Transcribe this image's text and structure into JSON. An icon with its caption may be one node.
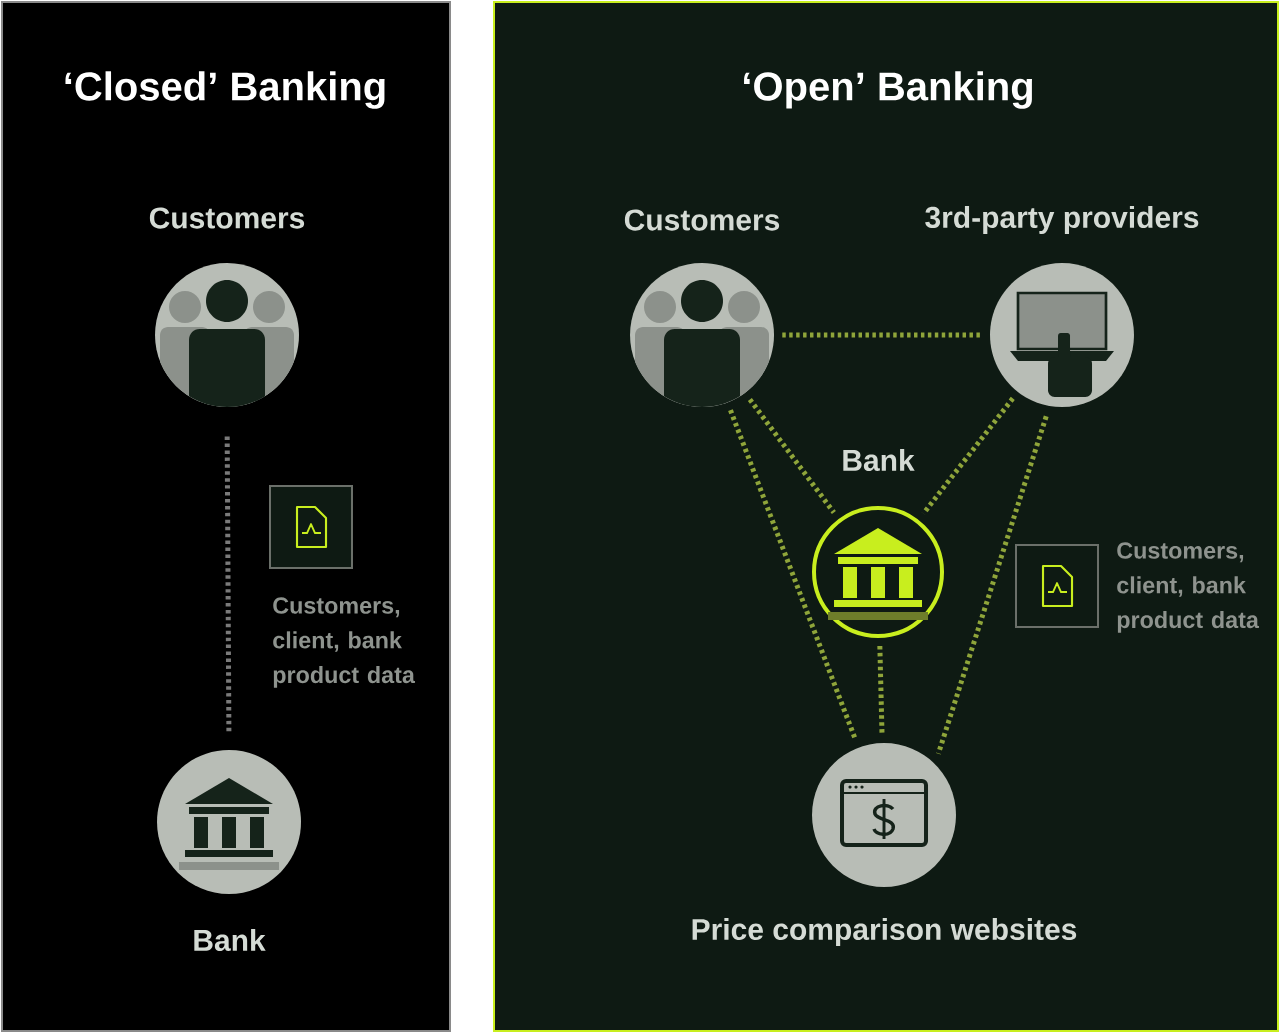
{
  "diagram": {
    "nodes": [
      {
        "text": [
          "‘Closed’ Banking"
        ]
      },
      {
        "text": [
          "Customers"
        ],
        "in": 0
      },
      {
        "text": [],
        "shape": "box",
        "in": 0,
        "beside": [
          "Customers, client, bank product data"
        ]
      },
      {
        "text": [
          "Bank"
        ],
        "in": 0
      },
      {
        "text": [
          "‘Open’ Banking"
        ]
      },
      {
        "text": [
          "Customers"
        ],
        "in": 4
      },
      {
        "text": [
          "3rd-party providers"
        ],
        "in": 4
      },
      {
        "text": [
          "Bank"
        ],
        "in": 4
      },
      {
        "text": [],
        "shape": "box",
        "in": 4,
        "beside": [
          "Customers, client, bank product data"
        ]
      },
      {
        "text": [
          "Price comparison websites"
        ],
        "in": 4
      }
    ],
    "edges": [
      {
        "from": 1,
        "to": 3,
        "arrow": "none"
      },
      {
        "from": 5,
        "to": 6,
        "arrow": "none"
      },
      {
        "from": 5,
        "to": 7,
        "arrow": "none"
      },
      {
        "from": 6,
        "to": 7,
        "arrow": "none"
      },
      {
        "from": 5,
        "to": 9,
        "arrow": "none"
      },
      {
        "from": 6,
        "to": 9,
        "arrow": "none"
      },
      {
        "from": 7,
        "to": 9,
        "arrow": "none"
      }
    ]
  }
}
